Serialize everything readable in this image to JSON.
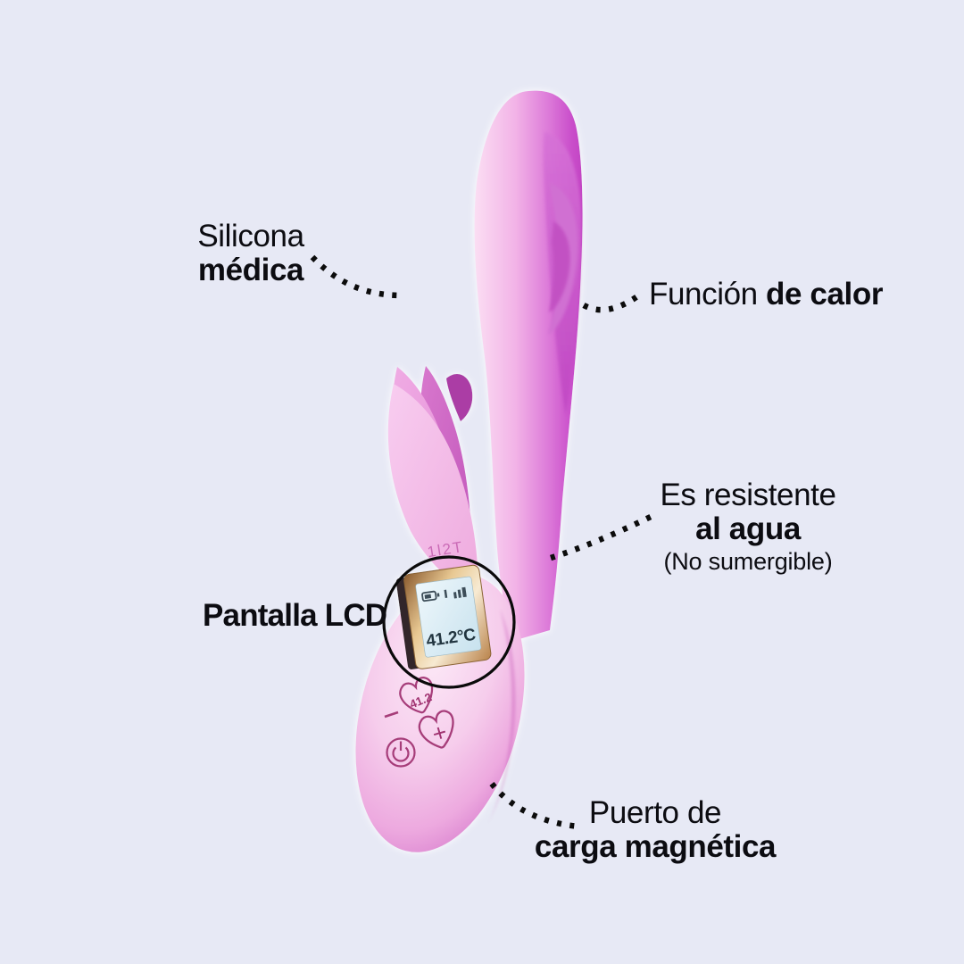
{
  "canvas": {
    "background_color": "#e7e9f5",
    "text_color": "#0c0c11"
  },
  "annotations": {
    "silicona": {
      "line1": "Silicona",
      "line2": "médica"
    },
    "funcion": {
      "prefix": "Función ",
      "bold": "de calor"
    },
    "agua": {
      "line1": "Es resistente",
      "line2": "al agua",
      "line3": "(No sumergible)"
    },
    "pantalla": {
      "label": "Pantalla LCD"
    },
    "puerto": {
      "line1": "Puerto de",
      "line2": "carga magnética"
    }
  },
  "device": {
    "lcd_display": {
      "temperature": "41.2°C",
      "icons": [
        "battery-icon",
        "signal-bars-icon"
      ]
    },
    "engraving": "1l2T",
    "buttons": {
      "temp_badge": "41.2",
      "plus": "+",
      "minus": "−",
      "power": "power-icon"
    }
  },
  "colors": {
    "background": "#e7e9f5",
    "leader_line": "#0c0c0c",
    "device_light_pink": "#f8d7ee",
    "device_purple": "#c44ec6",
    "petal_front": "#f6c6ee",
    "button_outline": "#a03070",
    "lcd_frame_gold": "#d8a968",
    "lcd_screen": "#ddeef6",
    "magnifier_ring": "#0a0a0a"
  }
}
